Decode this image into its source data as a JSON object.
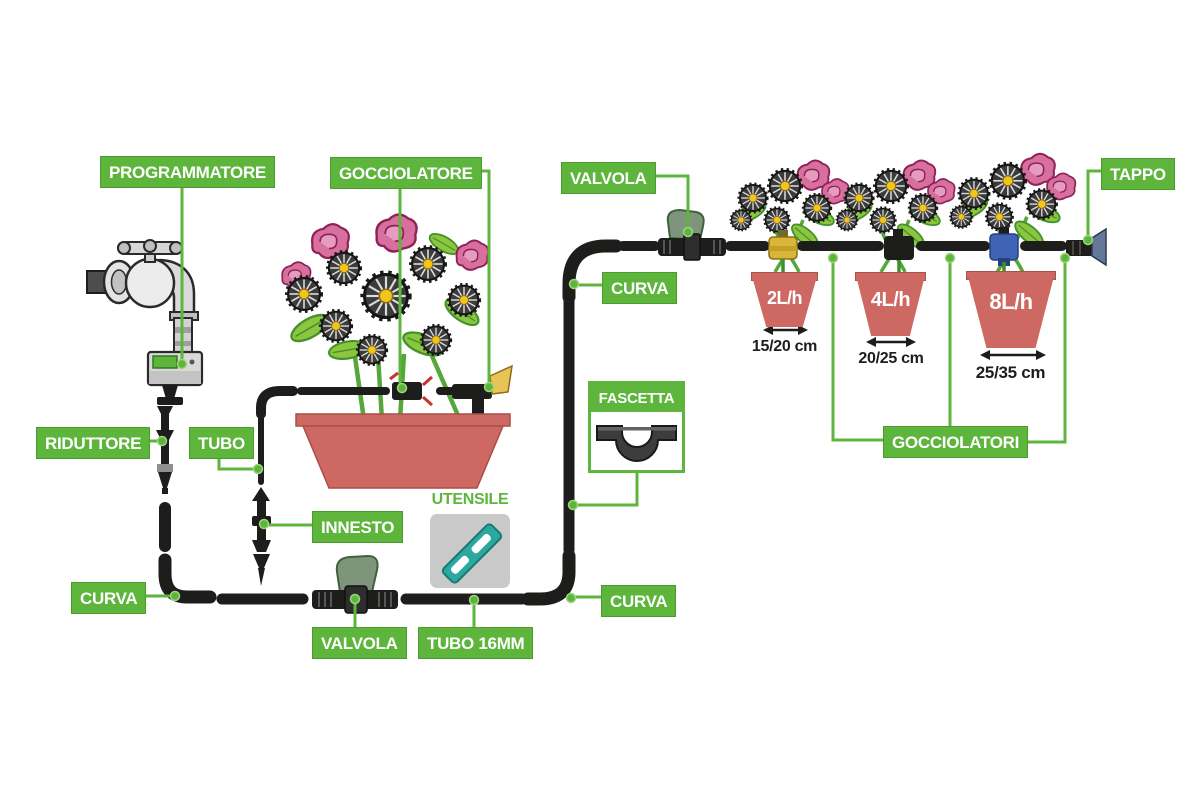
{
  "labels": {
    "programmatore": "PROGRAMMATORE",
    "gocciolatore": "GOCCIOLATORE",
    "valvola_top": "VALVOLA",
    "tappo": "TAPPO",
    "curva_top": "CURVA",
    "riduttore": "RIDUTTORE",
    "tubo": "TUBO",
    "fascetta": "FASCETTA",
    "innesto": "INNESTO",
    "utensile": "UTENSILE",
    "curva_bottom_left": "CURVA",
    "valvola_bottom": "VALVOLA",
    "tubo_16mm": "TUBO 16MM",
    "curva_bottom_right": "CURVA",
    "gocciolatori": "GOCCIOLATORI"
  },
  "pots": [
    {
      "flow": "2L/h",
      "spacing": "15/20 cm"
    },
    {
      "flow": "4L/h",
      "spacing": "20/25 cm"
    },
    {
      "flow": "8L/h",
      "spacing": "25/35 cm"
    }
  ],
  "colors": {
    "label_green": "#5db53c",
    "pot_red": "#cd6862",
    "tube_black": "#1d1d1b",
    "tool_teal": "#2ba8a0",
    "dripper_yellow": "#d9b637",
    "dripper_blue": "#3f63b5",
    "flower_pink": "#d7709f"
  }
}
